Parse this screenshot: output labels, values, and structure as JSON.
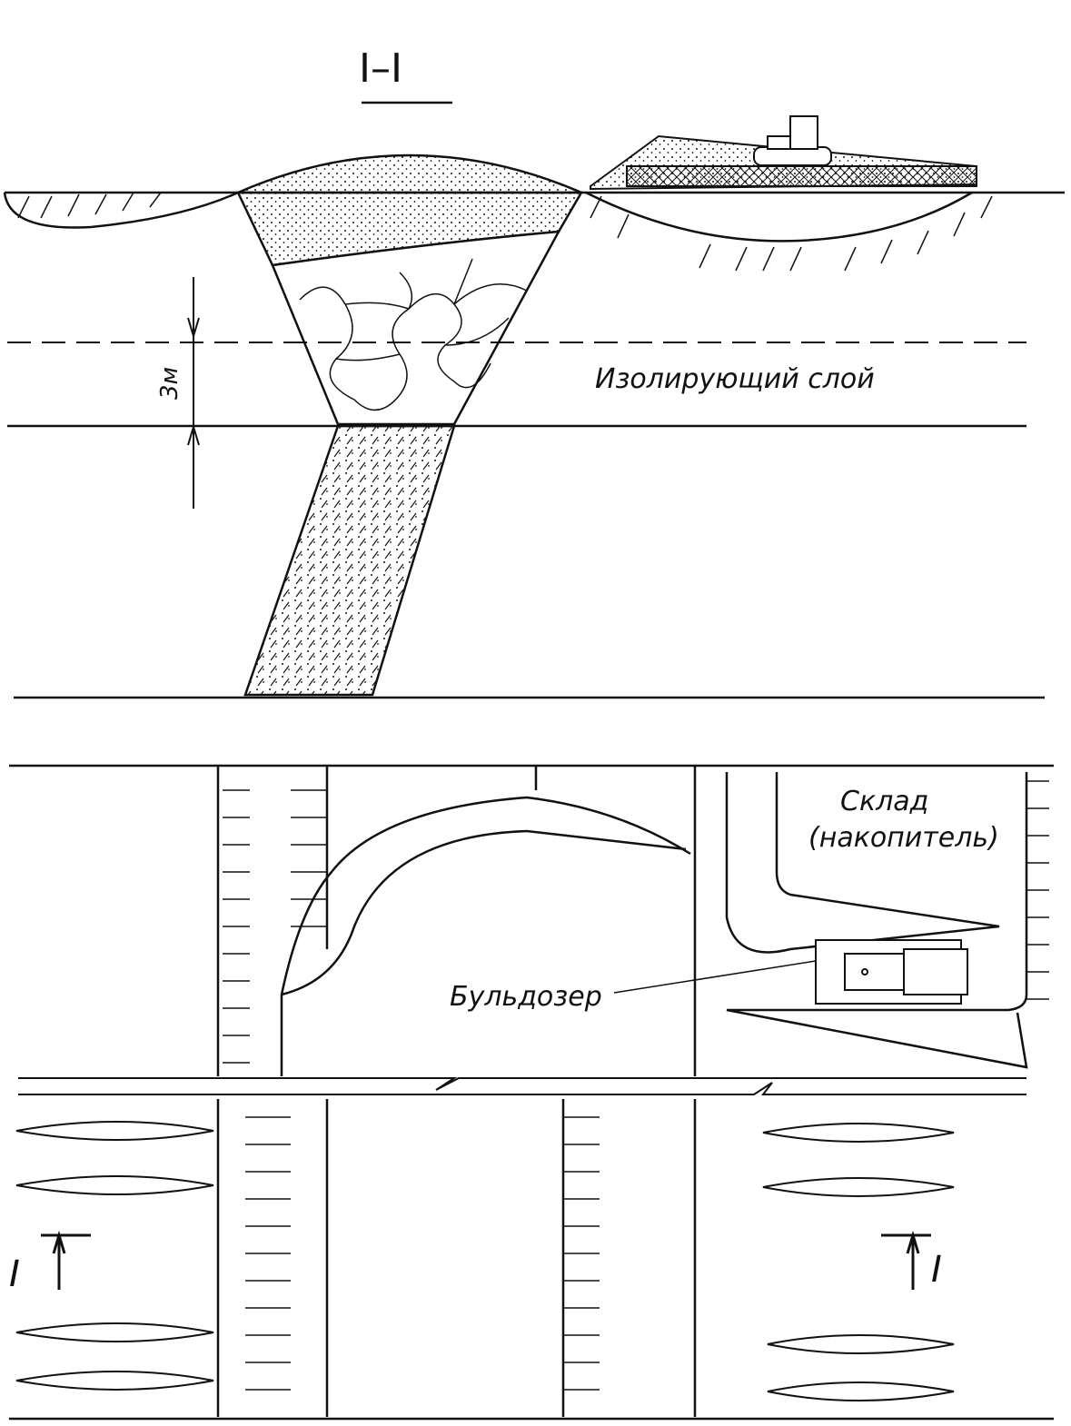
{
  "section_title": "I–I",
  "labels": {
    "insulating_layer": "Изолирующий слой",
    "dimension": "3м",
    "storage_line1": "Склад",
    "storage_line2": "(накопитель)",
    "bulldozer": "Бульдозер",
    "section_mark_left": "I",
    "section_mark_right": "I"
  },
  "colors": {
    "ink": "#111111",
    "paper": "#ffffff"
  }
}
